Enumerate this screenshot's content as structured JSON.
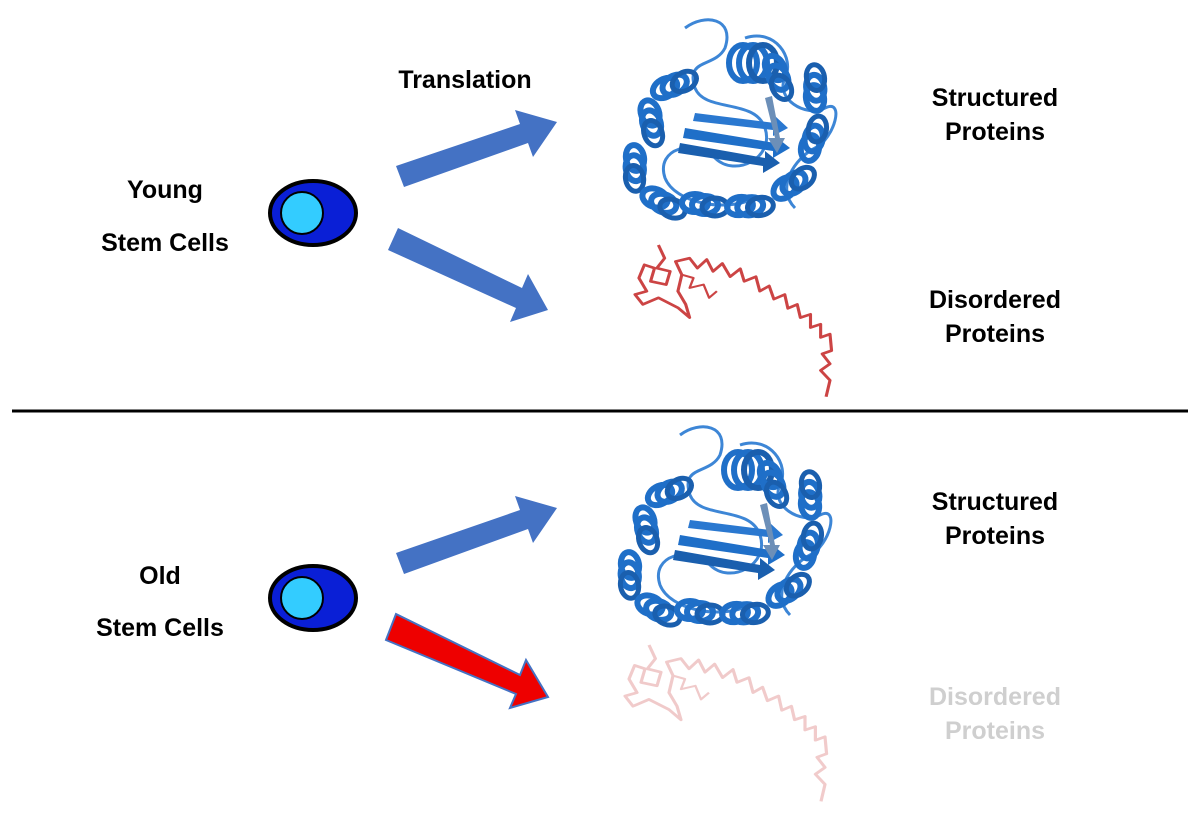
{
  "colors": {
    "arrow_blue": "#4472c4",
    "arrow_red": "#ee0000",
    "cell_outer": "#0a1fd6",
    "cell_inner": "#33ccff",
    "protein_structured": "#1f6fc8",
    "protein_disordered": "#cc4444",
    "faded_text": "#cfcfcf"
  },
  "young": {
    "label_line1": "Young",
    "label_line2": "Stem Cells",
    "translation_label": "Translation",
    "structured_line1": "Structured",
    "structured_line2": "Proteins",
    "disordered_line1": "Disordered",
    "disordered_line2": "Proteins"
  },
  "old": {
    "label_line1": "Old",
    "label_line2": "Stem Cells",
    "structured_line1": "Structured",
    "structured_line2": "Proteins",
    "disordered_line1": "Disordered",
    "disordered_line2": "Proteins"
  },
  "icons": {
    "cell": "stem-cell-icon",
    "structured": "structured-protein-icon",
    "disordered": "disordered-protein-icon"
  }
}
